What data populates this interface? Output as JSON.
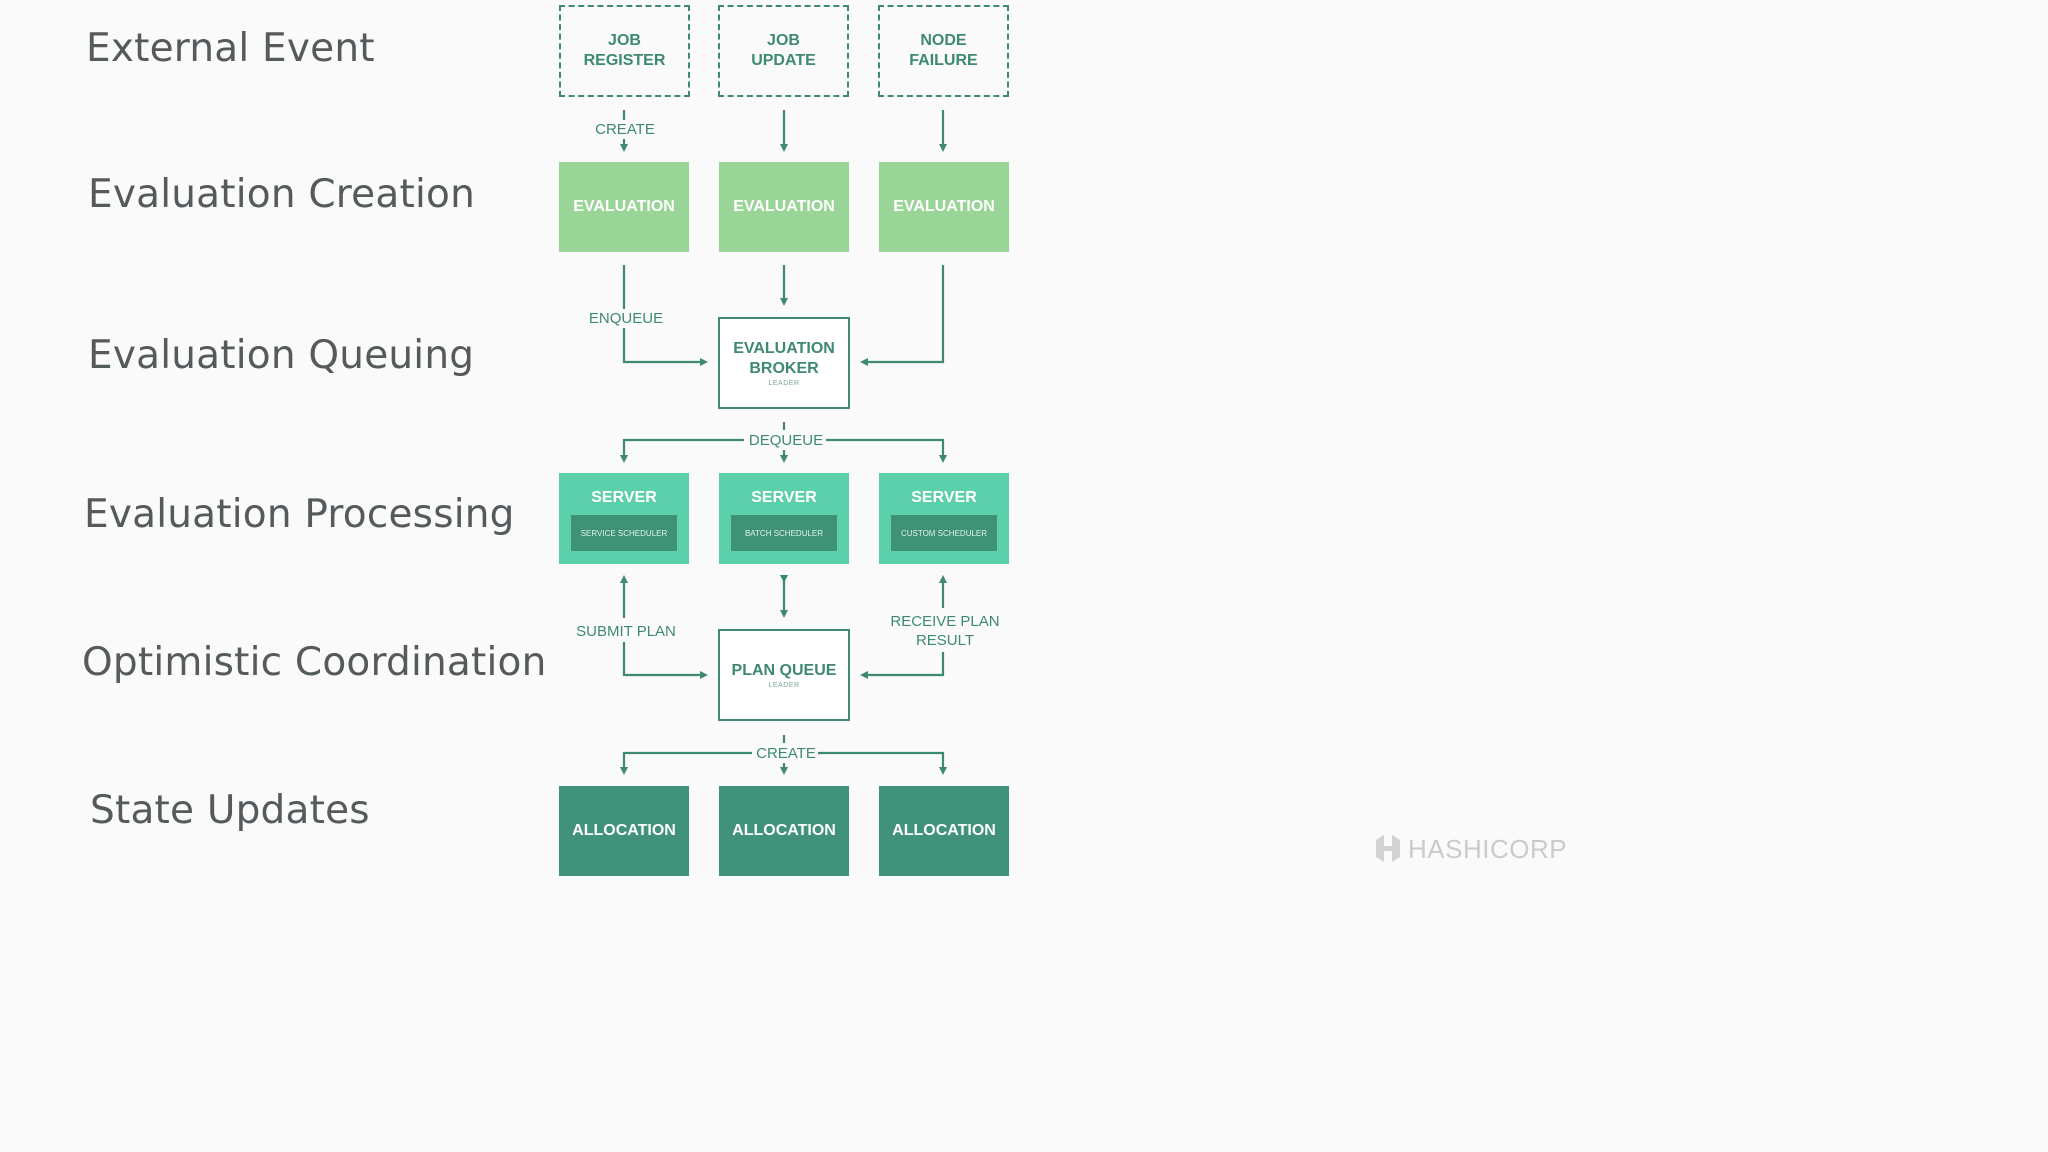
{
  "rows": {
    "external_event": "External Event",
    "evaluation_creation": "Evaluation Creation",
    "evaluation_queuing": "Evaluation Queuing",
    "evaluation_processing": "Evaluation Processing",
    "optimistic_coordination": "Optimistic Coordination",
    "state_updates": "State Updates"
  },
  "events": [
    {
      "line1": "JOB",
      "line2": "REGISTER"
    },
    {
      "line1": "JOB",
      "line2": "UPDATE"
    },
    {
      "line1": "NODE",
      "line2": "FAILURE"
    }
  ],
  "evaluations": [
    "EVALUATION",
    "EVALUATION",
    "EVALUATION"
  ],
  "broker": {
    "line1": "EVALUATION",
    "line2": "BROKER",
    "sub": "LEADER"
  },
  "servers": [
    {
      "title": "SERVER",
      "scheduler": "SERVICE SCHEDULER"
    },
    {
      "title": "SERVER",
      "scheduler": "BATCH SCHEDULER"
    },
    {
      "title": "SERVER",
      "scheduler": "CUSTOM SCHEDULER"
    }
  ],
  "plan_queue": {
    "title": "PLAN QUEUE",
    "sub": "LEADER"
  },
  "allocations": [
    "ALLOCATION",
    "ALLOCATION",
    "ALLOCATION"
  ],
  "edge_labels": {
    "create_top": "CREATE",
    "enqueue": "ENQUEUE",
    "dequeue": "DEQUEUE",
    "submit_plan": "SUBMIT PLAN",
    "receive_plan_result_1": "RECEIVE PLAN",
    "receive_plan_result_2": "RESULT",
    "create_bottom": "CREATE"
  },
  "logo": {
    "text": "HASHICORP"
  },
  "colors": {
    "event_border": "#3e8a6e",
    "evaluation": "#98d597",
    "server": "#5ccfab",
    "scheduler": "#3f9275",
    "allocation": "#41927a",
    "connector": "#3e8a6e",
    "label_text": "#555a5c"
  }
}
